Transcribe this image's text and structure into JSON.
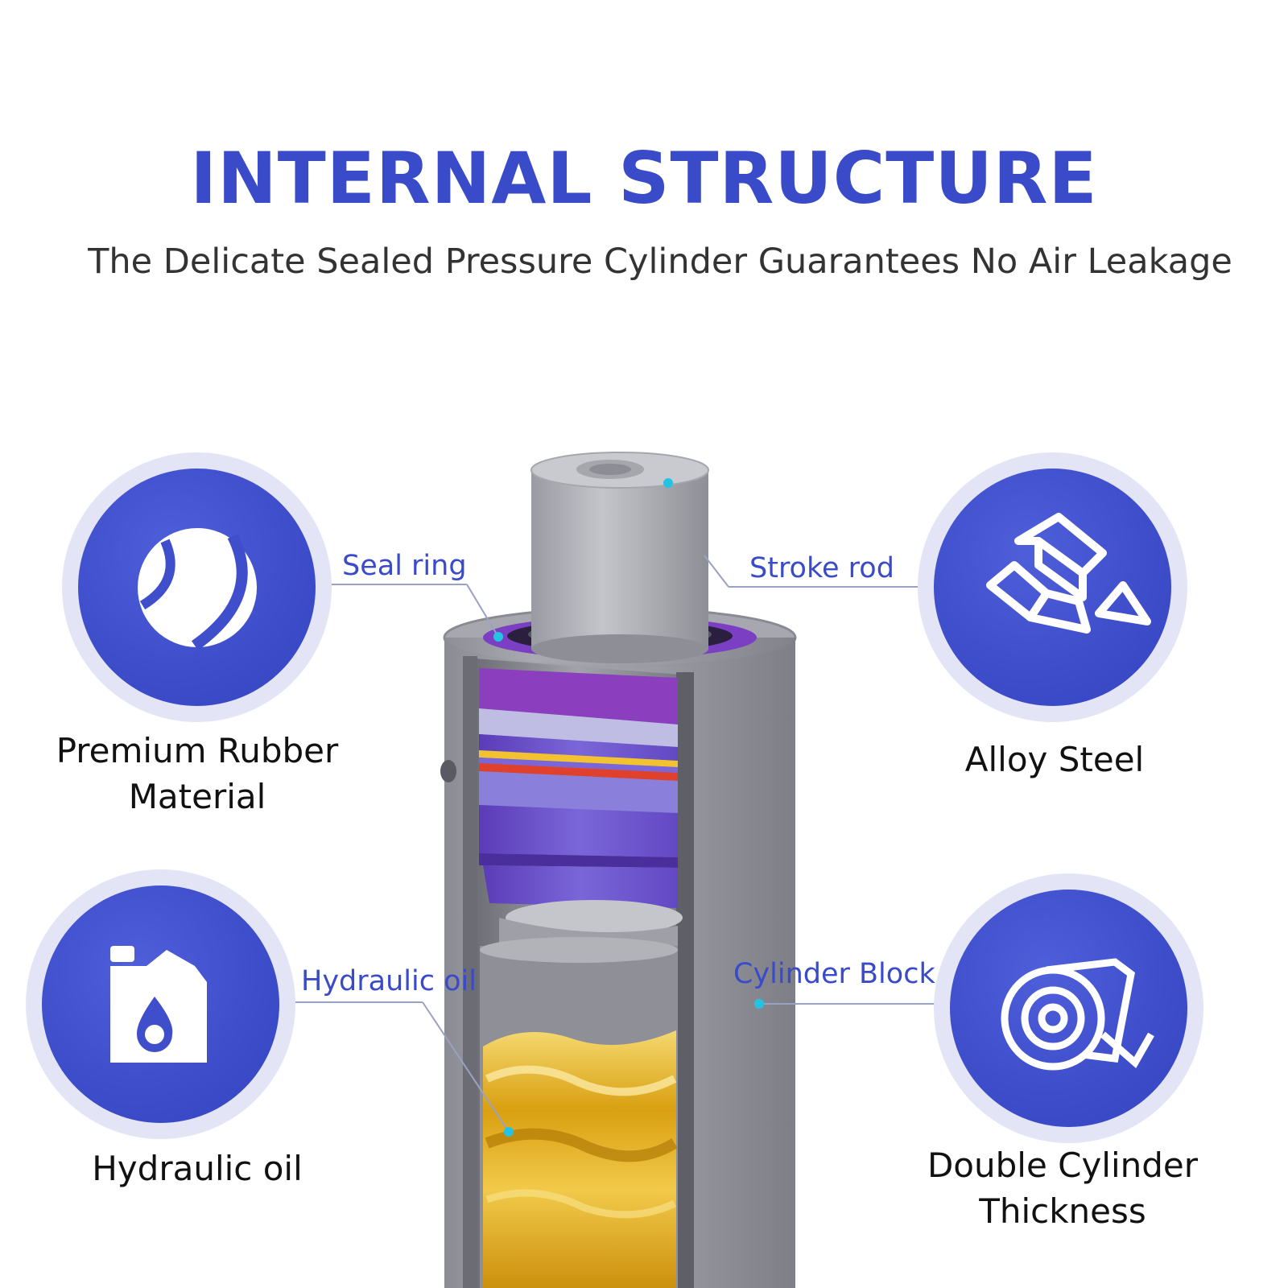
{
  "header": {
    "title": "INTERNAL STRUCTURE",
    "subtitle": "The Delicate Sealed Pressure Cylinder Guarantees No Air Leakage"
  },
  "features": {
    "rubber": {
      "label_line1": "Premium Rubber",
      "label_line2": "Material",
      "icon": "rubber-ball-icon"
    },
    "alloy": {
      "label": "Alloy Steel",
      "icon": "metal-ingots-icon"
    },
    "oil": {
      "label": "Hydraulic oil",
      "icon": "oil-can-icon"
    },
    "thickness": {
      "label_line1": "Double Cylinder",
      "label_line2": "Thickness",
      "icon": "tape-roll-icon"
    }
  },
  "callouts": {
    "seal_ring": "Seal ring",
    "stroke_rod": "Stroke rod",
    "hydraulic_oil": "Hydraulic oil",
    "cylinder_block": "Cylinder Block"
  },
  "colors": {
    "accent": "#3a4bc9",
    "circle_halo": "#e3e5f7",
    "seal_purple": "#7b3fc4",
    "oil_gold": "#e0a812",
    "steel_gray": "#9fa0a8"
  }
}
